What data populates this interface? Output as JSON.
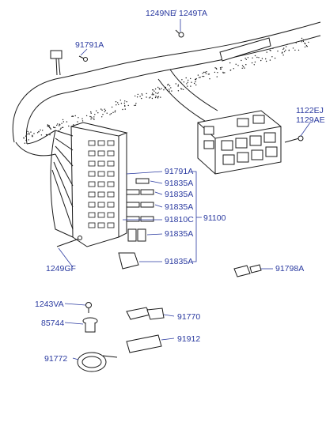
{
  "callouts": {
    "bolt_top": "1249NE",
    "bolt_top_alt": "1249TA",
    "switch": "91791A",
    "screw_right": "1122EJ",
    "screw_right_alt": "1129AE",
    "fusebox_cover": "91791A",
    "fuse_1": "91835A",
    "fuse_2": "91835A",
    "fuse_3": "91835A",
    "fuse_block": "91810C",
    "assembly": "91100",
    "fuse_4": "91835A",
    "fuse_5": "91835A",
    "screw_left": "1249GF",
    "connector_right": "91798A",
    "clip": "1243VA",
    "grommet": "85744",
    "connector_small": "91770",
    "tube": "91912",
    "band": "91772"
  },
  "colors": {
    "label": "#2a3aa0",
    "ink": "#1a1a1a"
  }
}
